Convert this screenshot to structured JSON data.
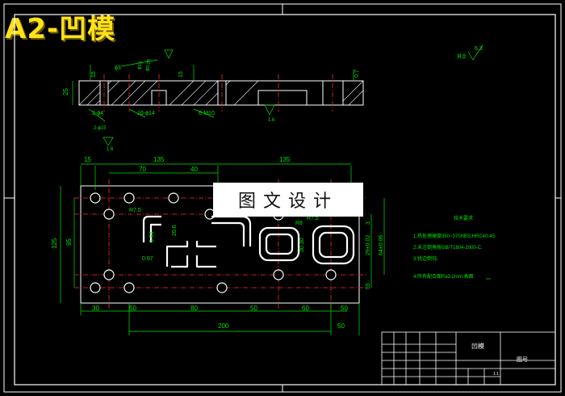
{
  "title": "A2-凹模",
  "watermark": "图文设计",
  "dims": {
    "top_15": "15",
    "top_135a": "135",
    "top_135b": "135",
    "top_70": "70",
    "top_40": "40",
    "left_125": "125",
    "left_95": "95",
    "r_3": "3",
    "r_29": "29±0.02",
    "r_64": "64±0.06",
    "r_55": "55",
    "b_30": "30",
    "b_50a": "50",
    "b_80": "80",
    "b_50b": "50",
    "b_60": "60",
    "b_50c": "50",
    "b_200": "200",
    "b_50d": "50",
    "r75a": "R7.5",
    "r75b": "R7.5",
    "r8": "R8",
    "d594": "5.94",
    "d206": "20.6",
    "d097": "0.97",
    "d3030": "30.30",
    "sec_15a": "15",
    "sec_25": "25",
    "sec_15b": "15",
    "sec_07": "0.7",
    "sec_phi3": "ϕ3",
    "sec_phi2": "ϕ15",
    "sec_phi05": "ϕ0.05",
    "sec_2phi4": "2-ϕ4",
    "sec_2phi": "2-ϕ15",
    "sec_10phi": "10-ϕ14",
    "sec_6m10": "6-M10",
    "rough_16a": "1.6",
    "rough_16b": "1.6",
    "rough_63": "6.3",
    "rough_other": "其余"
  },
  "notes": {
    "heading": "技术要求",
    "n1": "1.热处理硬度350~370HBS,HRC40-45.",
    "n2": "2.未注倒角按GB/T1804-2000-C.",
    "n3": "3.锐边倒钝.",
    "n4": "4.所有配合面Ra3.2mm.表面"
  },
  "titleblock": {
    "part": "凹模",
    "drawing": "图号",
    "scale": "1:1"
  }
}
